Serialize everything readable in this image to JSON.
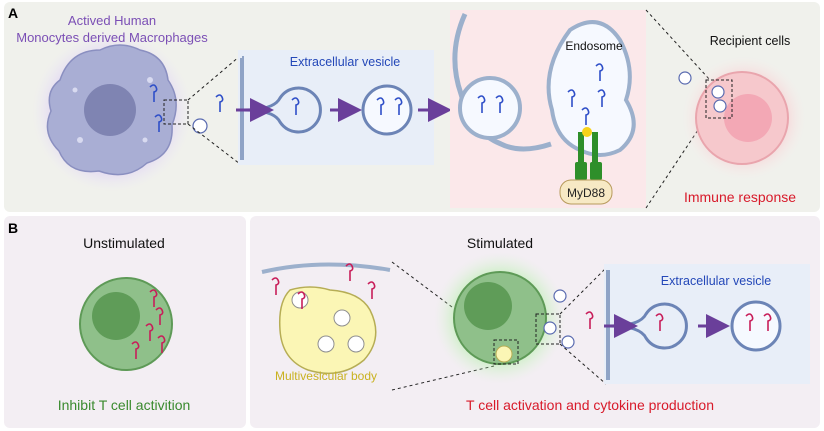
{
  "panel_a": {
    "letter": "A",
    "macrophage_label": [
      "Actived Human",
      "Monocytes derived Macrophages"
    ],
    "extracellular_vesicle_label": "Extracellular vesicle",
    "endosome_label": "Endosome",
    "myd88_label": "MyD88",
    "recipient_cells_label": "Recipient cells",
    "immune_response_label": "Immune response"
  },
  "panel_b": {
    "letter": "B",
    "unstimulated_label": "Unstimulated",
    "inhibit_label": "Inhibit T cell activition",
    "stimulated_label": "Stimulated",
    "multivesicular_label": "Multivesicular body",
    "extracellular_vesicle_label": "Extracellular vesicle",
    "activation_label": "T cell activation and cytokine production"
  },
  "colors": {
    "panel_a_bg": "#f0f1ec",
    "panel_b_bg": "#f3eef3",
    "vesicle_box_bg": "#e8eef8",
    "endosome_box_bg": "#fbe8ea",
    "blue_rna": "#2f4fc8",
    "red_rna": "#c81e5a",
    "purple_text": "#7b4fb5",
    "green_text": "#3a8a2e",
    "red_text": "#d81a2a",
    "blue_text": "#2448b8"
  }
}
